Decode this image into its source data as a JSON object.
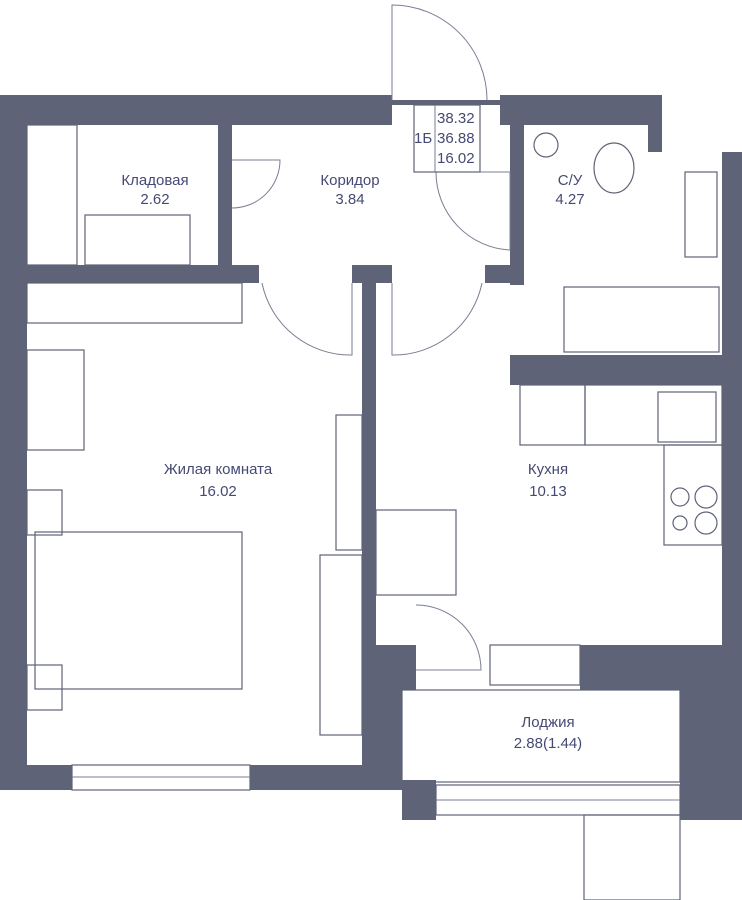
{
  "apartment": {
    "type_code": "1Б",
    "total_area": "38.32",
    "area_without_loggia": "36.88",
    "living_area": "16.02"
  },
  "rooms": [
    {
      "name": "Кладовая",
      "area": "2.62"
    },
    {
      "name": "Коридор",
      "area": "3.84"
    },
    {
      "name": "С/У",
      "area": "4.27"
    },
    {
      "name": "Жилая комната",
      "area": "16.02"
    },
    {
      "name": "Кухня",
      "area": "10.13"
    },
    {
      "name": "Лоджия",
      "area": "2.88(1.44)"
    }
  ],
  "colors": {
    "wall": "#5f6377",
    "text": "#454a74"
  }
}
